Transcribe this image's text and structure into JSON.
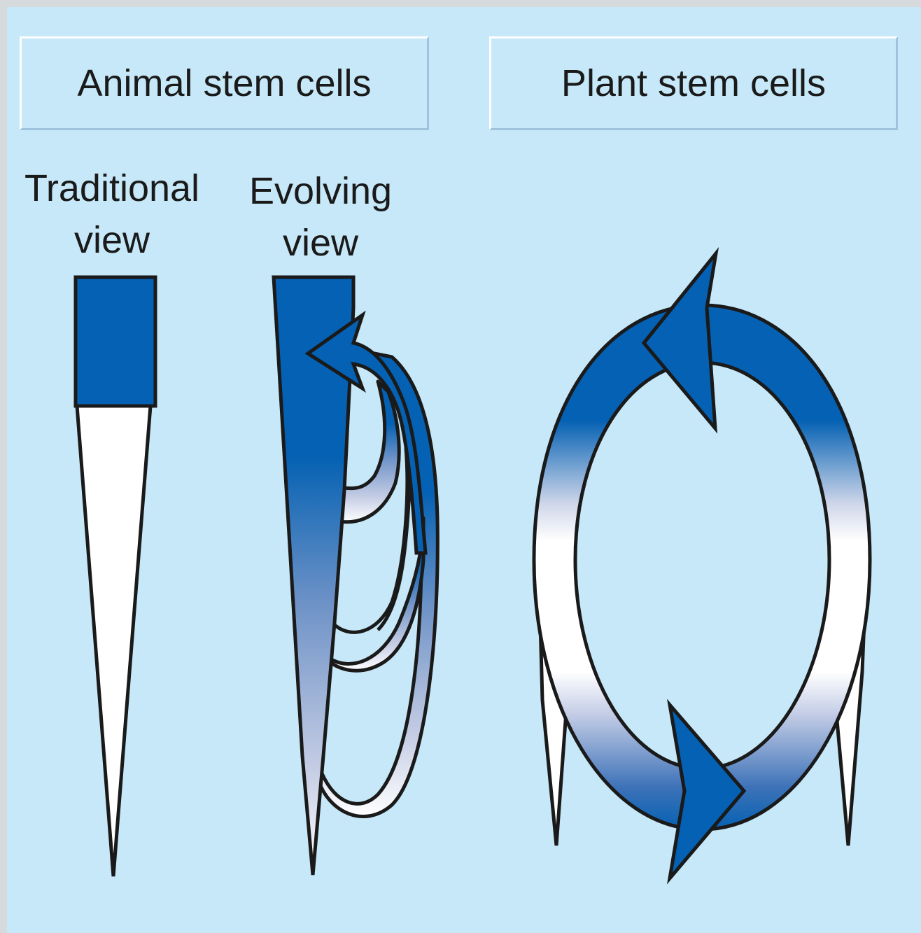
{
  "headers": {
    "animal": "Animal stem cells",
    "plant": "Plant stem cells"
  },
  "subtitles": {
    "traditional": "Traditional\nview",
    "evolving": "Evolving\nview"
  },
  "colors": {
    "background": "#c6e8f8",
    "stem_blue": "#0561b3",
    "differentiated": "#ffffff",
    "outline": "#1a1a1a"
  }
}
